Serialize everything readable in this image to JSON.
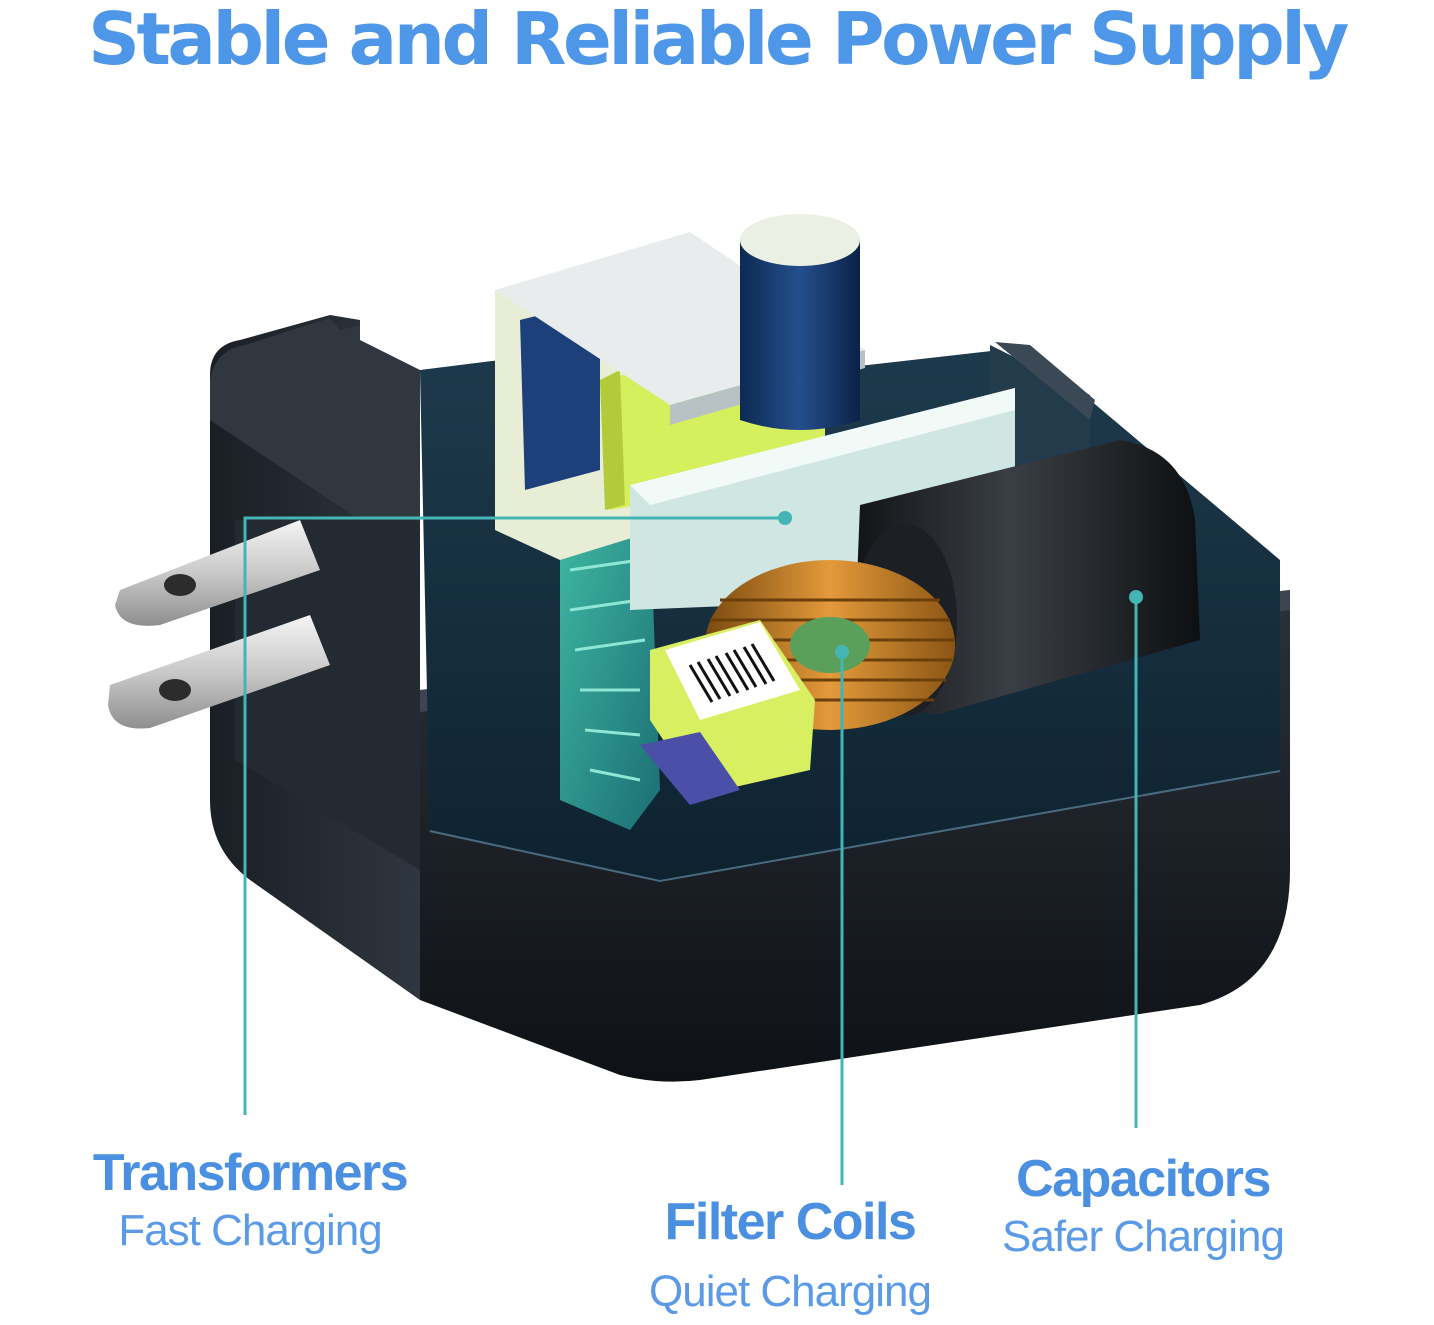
{
  "headline": "Stable and Reliable Power Supply",
  "colors": {
    "headline": "#4e96e8",
    "title": "#4a8fe0",
    "subtitle": "#5b9ae6",
    "leader": "#43b5b5"
  },
  "illustration": {
    "subject": "cutaway view of a wall charger with foldable plug",
    "icons": [
      "charger-cutaway-illustration",
      "plug-prong-icon",
      "transformer-icon",
      "filter-coil-icon",
      "capacitor-icon",
      "barcode-icon",
      "circuit-board-icon"
    ]
  },
  "callouts": [
    {
      "title": "Transformers",
      "subtitle": "Fast Charging"
    },
    {
      "title": "Filter Coils",
      "subtitle": "Quiet Charging"
    },
    {
      "title": "Capacitors",
      "subtitle": "Safer Charging"
    }
  ]
}
